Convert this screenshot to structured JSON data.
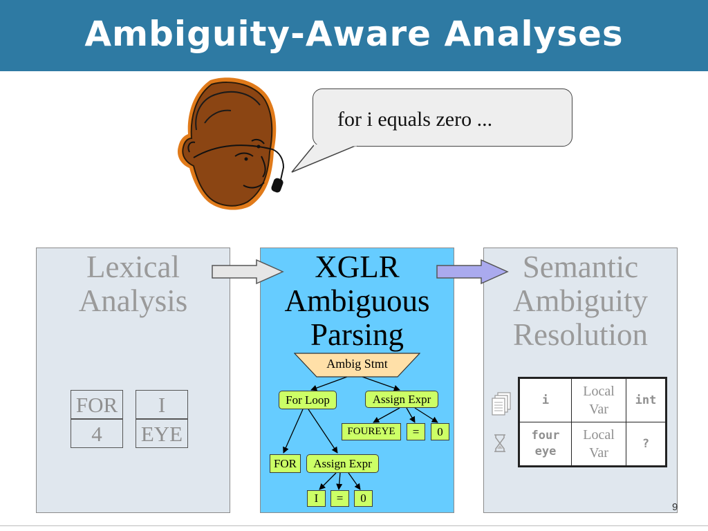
{
  "slide": {
    "title": "Ambiguity-Aware Analyses",
    "page_number": "9"
  },
  "speech": {
    "text": "for i equals zero ..."
  },
  "colors": {
    "title_bar": "#2e7aa3",
    "panel_grey": "#e0e7ee",
    "panel_highlight": "#66ccff",
    "node_green": "#ccff66",
    "root_node": "#ffe0a8",
    "arrow_purple": "#aaaaee"
  },
  "panels": {
    "lexical": {
      "title": [
        "Lexical",
        "Analysis"
      ],
      "tokens": [
        [
          "FOR",
          "4"
        ],
        [
          "I",
          "EYE"
        ]
      ]
    },
    "parsing": {
      "title": [
        "XGLR",
        "Ambiguous",
        "Parsing"
      ],
      "tree": {
        "root": "Ambig Stmt",
        "for_loop": "For Loop",
        "assign_expr_top": "Assign Expr",
        "foureye": "FOUREYE",
        "eq_top": "=",
        "zero_top": "0",
        "for_kw": "FOR",
        "assign_expr_bottom": "Assign Expr",
        "i": "I",
        "eq_bottom": "=",
        "zero_bottom": "0"
      }
    },
    "semantic": {
      "title": [
        "Semantic",
        "Ambiguity",
        "Resolution"
      ],
      "icons": [
        "documents-icon",
        "hourglass-icon"
      ],
      "table": [
        [
          "i",
          "Local Var",
          "int"
        ],
        [
          "four eye",
          "Local Var",
          "?"
        ]
      ]
    }
  }
}
